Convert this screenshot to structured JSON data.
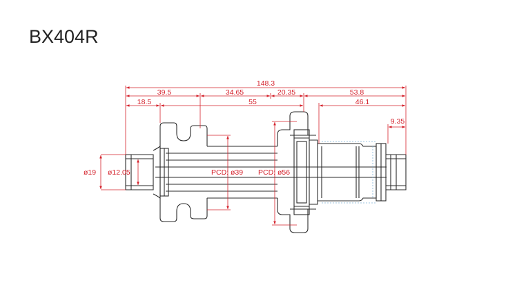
{
  "title": "BX404R",
  "colors": {
    "outline": "#2a2a2a",
    "dimension": "#d4202a",
    "hidden": "#7fb2d8"
  },
  "dimensions": {
    "total": "148.3",
    "a": "39.5",
    "b": "34.65",
    "c": "20.35",
    "d": "53.8",
    "e": "18.5",
    "f": "55",
    "g": "46.1",
    "h": "9.35",
    "dia_outer": "ø19",
    "dia_inner": "ø12.05",
    "pcd1": "PCD: ø39",
    "pcd2": "PCD: ø56"
  }
}
